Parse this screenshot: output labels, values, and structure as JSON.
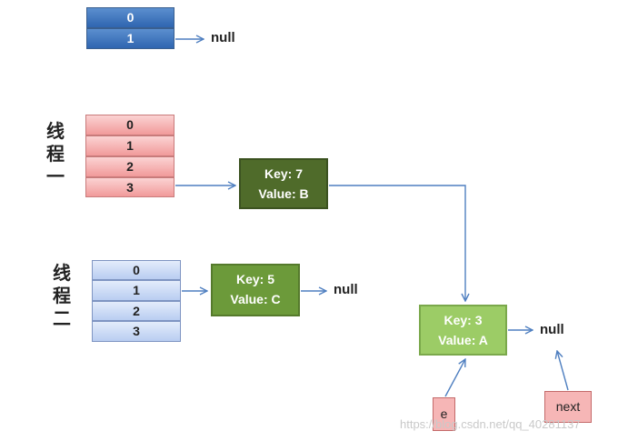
{
  "top_array": {
    "cells": [
      "0",
      "1"
    ],
    "null_label": "null"
  },
  "thread1": {
    "label": [
      "线",
      "程",
      "一"
    ],
    "cells": [
      "0",
      "1",
      "2",
      "3"
    ]
  },
  "thread2": {
    "label": [
      "线",
      "程",
      "二"
    ],
    "cells": [
      "0",
      "1",
      "2",
      "3"
    ]
  },
  "node_key7": {
    "key": "Key: 7",
    "value": "Value: B"
  },
  "node_key5": {
    "key": "Key: 5",
    "value": "Value: C",
    "null_label": "null"
  },
  "node_key3": {
    "key": "Key: 3",
    "value": "Value: A",
    "null_label": "null"
  },
  "pointer_e": "e",
  "pointer_next": "next",
  "watermark": "https://blog.csdn.net/qq_40281137",
  "colors": {
    "arrow": "#4f7fc0",
    "node_dark": "#4f6b2a",
    "node_mid": "#6c9a3a",
    "node_light": "#9ccc66"
  }
}
